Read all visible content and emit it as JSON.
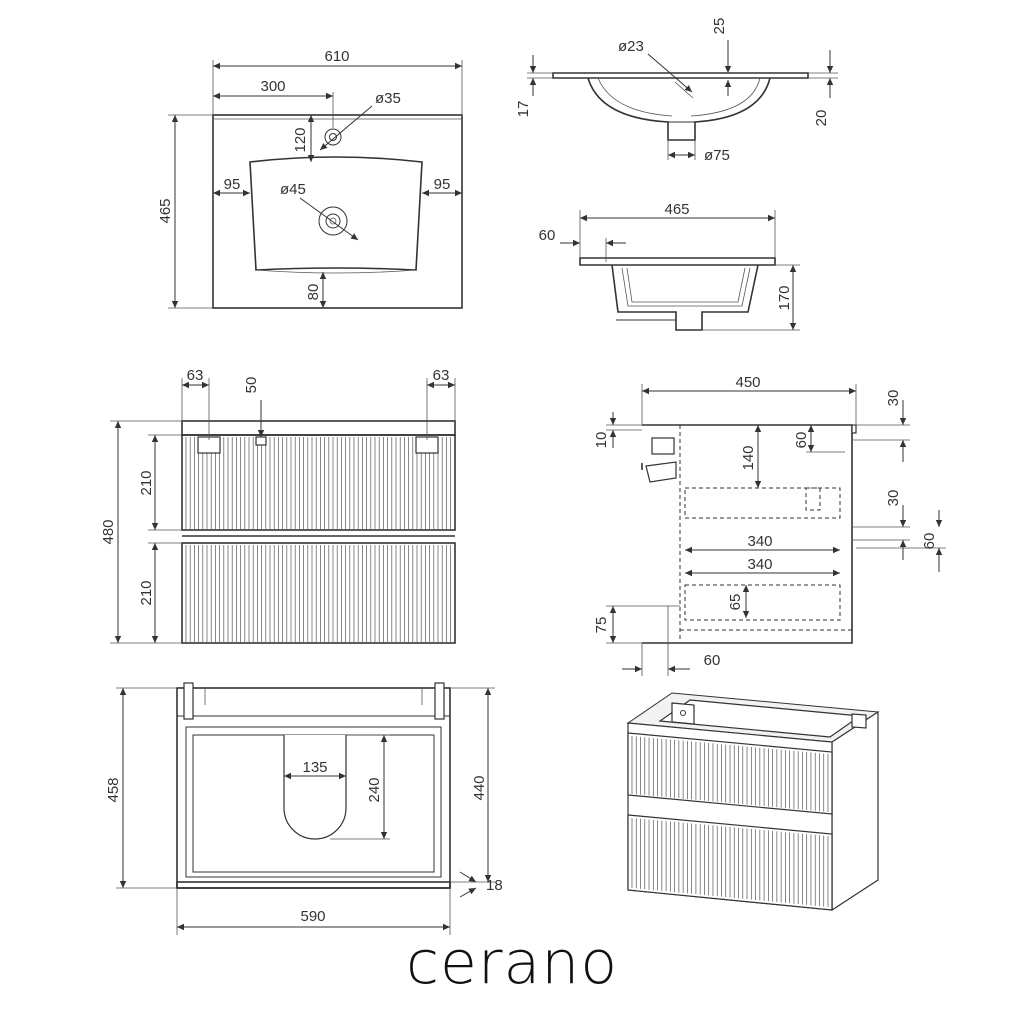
{
  "brand": {
    "logo_text": "cerano",
    "accent_color": "#111111"
  },
  "views": {
    "basin_top": {
      "dims": [
        "610",
        "300",
        "ø35",
        "120",
        "95",
        "95",
        "ø45",
        "465",
        "80"
      ]
    },
    "basin_front": {
      "dims": [
        "ø23",
        "25",
        "17",
        "20",
        "ø75"
      ]
    },
    "basin_side": {
      "dims": [
        "465",
        "60",
        "170"
      ]
    },
    "cabinet_front": {
      "dims": [
        "63",
        "50",
        "63",
        "480",
        "210",
        "210"
      ]
    },
    "cabinet_side": {
      "dims": [
        "450",
        "30",
        "10",
        "60",
        "140",
        "30",
        "60",
        "340",
        "340",
        "65",
        "75",
        "60"
      ]
    },
    "cabinet_top": {
      "dims": [
        "458",
        "440",
        "135",
        "240",
        "18",
        "590"
      ]
    },
    "isometric": {
      "dims": []
    }
  },
  "line_color": "#333333"
}
